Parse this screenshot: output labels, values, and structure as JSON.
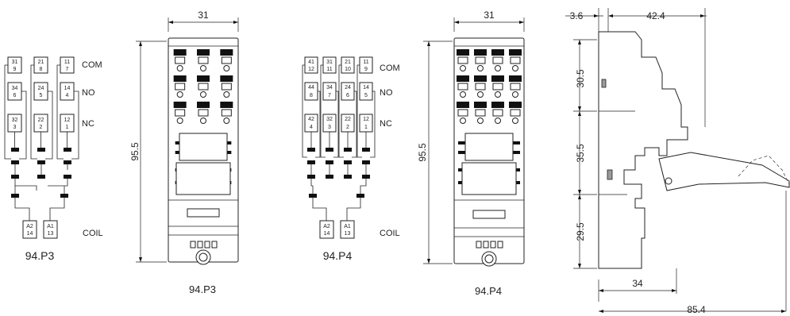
{
  "schematic_p3": {
    "poles": [
      {
        "com": [
          "31",
          "9"
        ],
        "no": [
          "34",
          "6"
        ],
        "nc": [
          "32",
          "3"
        ]
      },
      {
        "com": [
          "21",
          "8"
        ],
        "no": [
          "24",
          "5"
        ],
        "nc": [
          "22",
          "2"
        ]
      },
      {
        "com": [
          "11",
          "7"
        ],
        "no": [
          "14",
          "4"
        ],
        "nc": [
          "12",
          "1"
        ]
      }
    ],
    "coil": [
      [
        "A2",
        "14"
      ],
      [
        "A1",
        "13"
      ]
    ],
    "labels": {
      "com": "COM",
      "no": "NO",
      "nc": "NC",
      "coil": "COIL"
    },
    "model": "94.P3"
  },
  "schematic_p4": {
    "poles": [
      {
        "com": [
          "41",
          "12"
        ],
        "no": [
          "44",
          "8"
        ],
        "nc": [
          "42",
          "4"
        ]
      },
      {
        "com": [
          "31",
          "11"
        ],
        "no": [
          "34",
          "7"
        ],
        "nc": [
          "32",
          "3"
        ]
      },
      {
        "com": [
          "21",
          "10"
        ],
        "no": [
          "24",
          "6"
        ],
        "nc": [
          "22",
          "2"
        ]
      },
      {
        "com": [
          "11",
          "9"
        ],
        "no": [
          "14",
          "5"
        ],
        "nc": [
          "12",
          "1"
        ]
      }
    ],
    "coil": [
      [
        "A2",
        "14"
      ],
      [
        "A1",
        "13"
      ]
    ],
    "labels": {
      "com": "COM",
      "no": "NO",
      "nc": "NC",
      "coil": "COIL"
    },
    "model": "94.P4"
  },
  "socket_p3": {
    "width": "31",
    "height": "95.5",
    "model": "94.P3"
  },
  "socket_p4": {
    "width": "31",
    "height": "95.5",
    "model": "94.P4"
  },
  "side_view": {
    "top_offset": "3.6",
    "top_depth": "42.4",
    "seg_upper": "30.5",
    "seg_middle": "35.5",
    "seg_lower": "29.5",
    "bottom_depth": "34",
    "total_depth": "85.4"
  }
}
